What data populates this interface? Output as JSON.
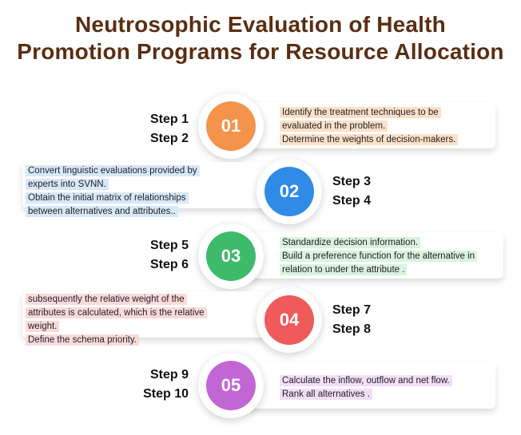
{
  "title_lines": [
    "Neutrosophic Evaluation of Health",
    "Promotion Programs for Resource Allocation"
  ],
  "colors": {
    "title": "#5a2e12",
    "steps": [
      "#f4934a",
      "#2f8be6",
      "#3dba6a",
      "#ef5a5a",
      "#c266d6"
    ],
    "highlights": [
      "#fde0c8",
      "#d7e8fb",
      "#d9f3df",
      "#fcdada",
      "#f2def7"
    ]
  },
  "stages": [
    {
      "number": "01",
      "steps": [
        "Step 1",
        "Step 2"
      ],
      "lines": [
        "Identify the treatment techniques to be",
        "evaluated in the problem.",
        "Determine the weights of decision-makers."
      ]
    },
    {
      "number": "02",
      "steps": [
        "Step 3",
        "Step 4"
      ],
      "lines": [
        "Convert linguistic evaluations provided by",
        "experts into SVNN.",
        "Obtain the initial matrix of relationships",
        "between alternatives and attributes.."
      ]
    },
    {
      "number": "03",
      "steps": [
        "Step 5",
        "Step 6"
      ],
      "lines": [
        "Standardize decision information.",
        "Build a preference function for the alternative in",
        "relation to  under the attribute ."
      ]
    },
    {
      "number": "04",
      "steps": [
        "Step 7",
        "Step 8"
      ],
      "lines": [
        "subsequently the relative weight of the",
        "attributes is calculated, which is the relative",
        "weight.",
        "Define the schema priority."
      ]
    },
    {
      "number": "05",
      "steps": [
        "Step 9",
        "Step 10"
      ],
      "lines": [
        "Calculate the inflow, outflow and net flow.",
        "Rank all alternatives ."
      ]
    }
  ]
}
